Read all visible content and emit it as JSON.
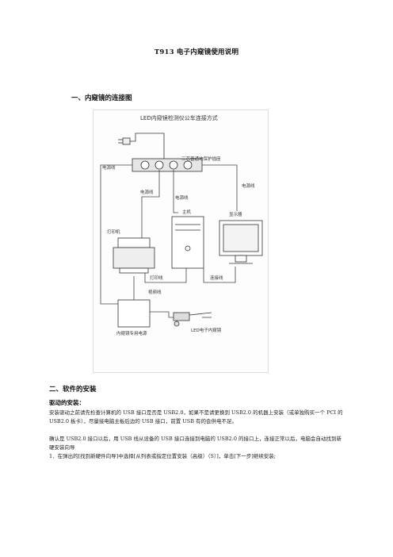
{
  "document": {
    "title": "T913 电子内窥镜使用说明",
    "section1_title": "一、内窥镜的连接图",
    "section2_title": "二、软件的安装",
    "subheading": "驱动的安装：",
    "paragraph1": "安装驱动之前请先检查计算机的 USB 接口是否是 USB2.0，如果不是请更换到 USB2.0 的机器上安装（或单独购买一个 PCI 的 USB2.0 板卡），尽量接电脑主板后边的 USB 接口，前置 USB 有的会供电不足。",
    "paragraph2": "确认是 USB2.0 接口以后，用 USB 线从设备的 USB 接口连接到电脑的 USB2.0 的接口上，连接正常以后，电脑会自动找到新硬安装向导",
    "paragraph3": "1．在弹出的[找到新硬件向导]中选择[从列表或指定位置安装（高级）（S）]，单击[下一步]继续安装;"
  },
  "diagram": {
    "title": "LED内窥镜检测仪公车连接方式",
    "labels": {
      "power_strip": "三芯普通地保护插座",
      "power_cord_left": "电源线",
      "power_cord_right": "电源线",
      "power_cord_mid1": "电源线",
      "power_cord_mid2": "电源线",
      "host": "主机",
      "monitor": "显示器",
      "printer": "打印机",
      "printer_cable": "打印线",
      "connector_cable": "连接线",
      "video_cable": "视频线",
      "endoscope": "LED电子内窥镜",
      "endoscope_power": "内窥镜专用电源"
    }
  }
}
